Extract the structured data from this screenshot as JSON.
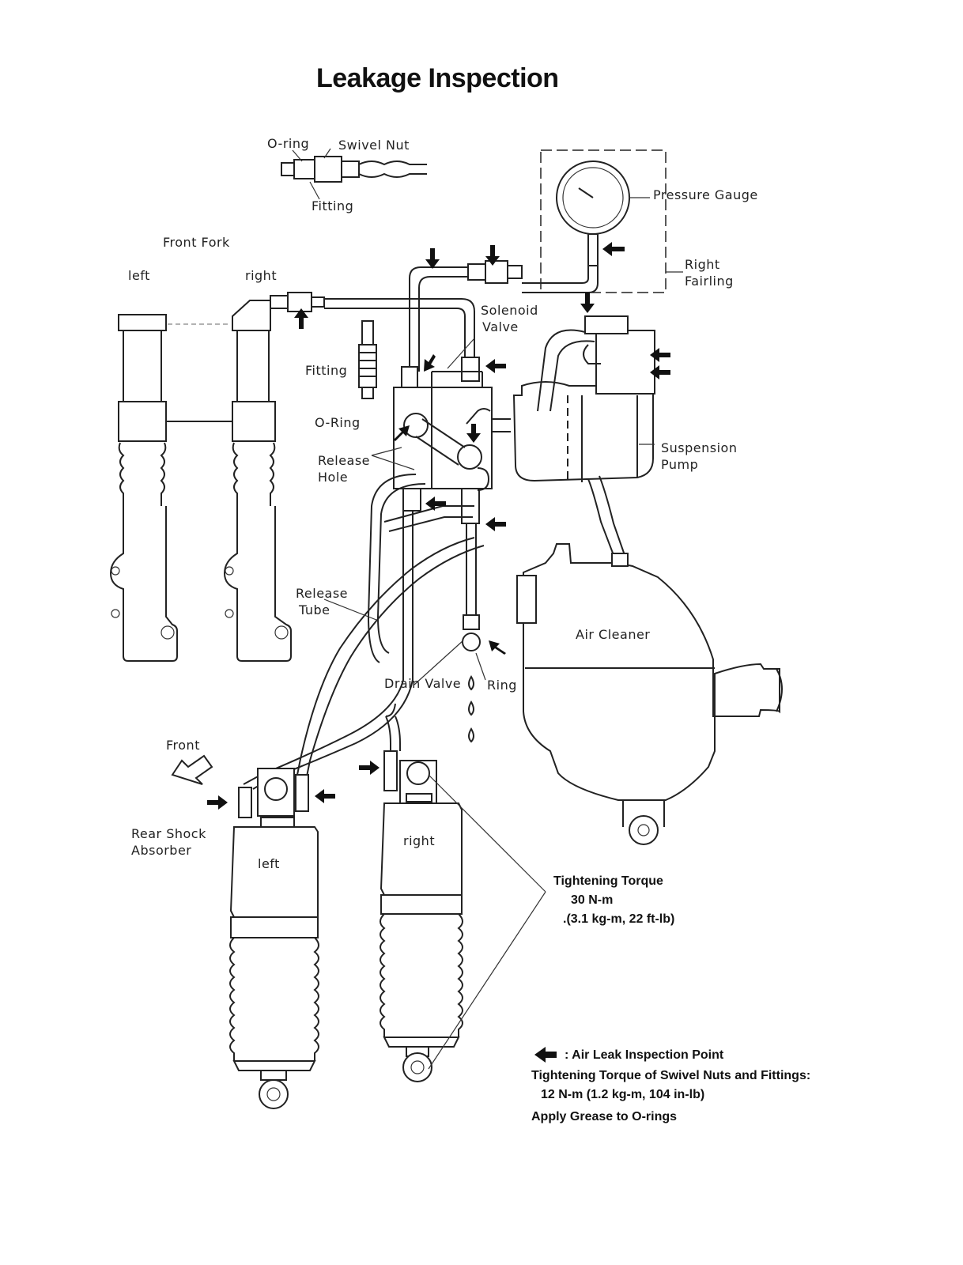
{
  "title": "Leakage Inspection",
  "labels": {
    "oring_top": "O-ring",
    "swivel_nut": "Swivel Nut",
    "fitting_top": "Fitting",
    "pressure_gauge": "Pressure Gauge",
    "right_fairling_1": "Right",
    "right_fairling_2": "Fairling",
    "front_fork": "Front Fork",
    "fork_left": "left",
    "fork_right": "right",
    "solenoid_1": "Solenoid",
    "solenoid_2": "Valve",
    "fitting_mid": "Fitting",
    "oring_mid": "O-Ring",
    "release_hole_1": "Release",
    "release_hole_2": "Hole",
    "suspension_pump_1": "Suspension",
    "suspension_pump_2": "Pump",
    "release_tube_1": "Release",
    "release_tube_2": "Tube",
    "air_cleaner": "Air Cleaner",
    "drain_valve": "Drain Valve",
    "ring": "Ring",
    "front": "Front",
    "rear_shock_1": "Rear Shock",
    "rear_shock_2": "Absorber",
    "shock_left": "left",
    "shock_right": "right"
  },
  "notes": {
    "torque_title": "Tightening Torque",
    "torque_nm": "30 N-m",
    "torque_alt": ".(3.1 kg-m, 22 ft-lb)",
    "legend_symbol_text": ":  Air Leak Inspection Point",
    "swivel_torque_title": "Tightening Torque of Swivel Nuts and Fittings:",
    "swivel_torque_value": "12 N-m (1.2 kg-m, 104 in-lb)",
    "grease": "Apply Grease to O-rings"
  }
}
